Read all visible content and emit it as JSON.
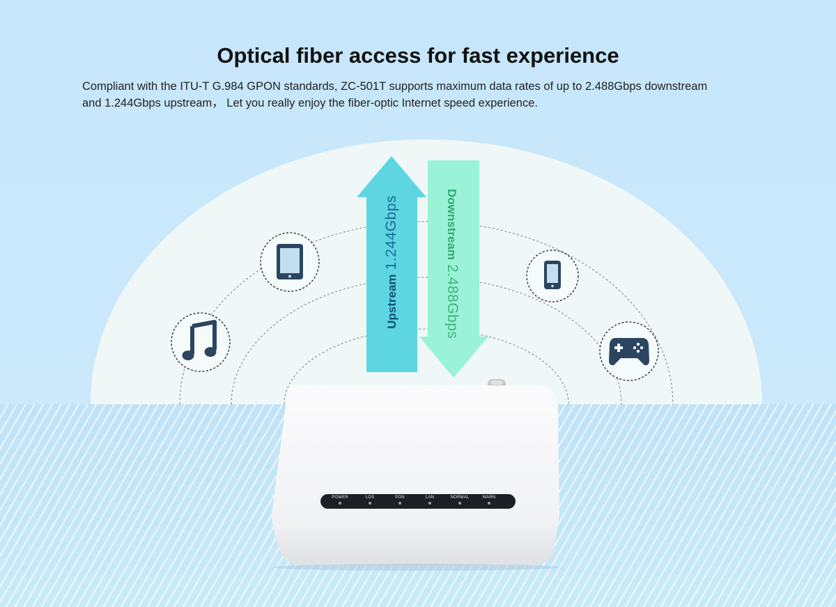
{
  "header": {
    "title": "Optical fiber access for fast experience",
    "description_line1": "Compliant with the ITU-T G.984 GPON standards, ZC-501T supports maximum data rates of up to 2.488Gbps downstream",
    "description_line2": "and 1.244Gbps upstream，  Let you really enjoy the fiber-optic Internet speed experience."
  },
  "upstream": {
    "label": "Upstream",
    "value": "1.244Gbps",
    "color": "#5dd6e2"
  },
  "downstream": {
    "label": "Downstream",
    "value": "2.488Gbps",
    "color": "#97f2d3"
  },
  "device": {
    "leds": [
      "POWER",
      "LOS",
      "PON",
      "LAN",
      "NORMAL",
      "WARN"
    ]
  },
  "icons": [
    "music-icon",
    "tablet-icon",
    "smartphone-icon",
    "gamepad-icon"
  ],
  "colors": {
    "background": "#c6e6fb",
    "dome": "#f1f9f8",
    "icon": "#2b4560"
  }
}
